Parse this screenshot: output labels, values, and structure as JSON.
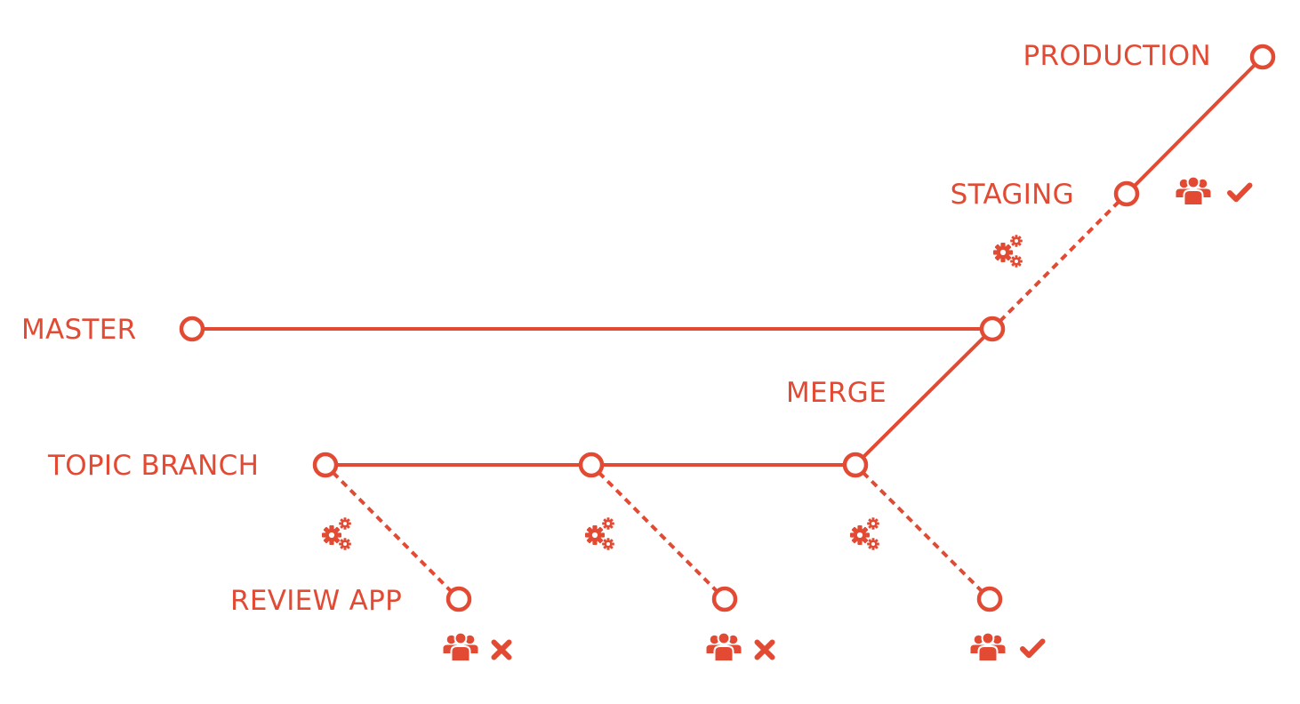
{
  "colors": {
    "accent": "#e24a33",
    "background": "#ffffff"
  },
  "labels": {
    "production": "PRODUCTION",
    "staging": "STAGING",
    "master": "MASTER",
    "merge": "MERGE",
    "topic_branch": "TOPIC BRANCH",
    "review_app": "REVIEW APP"
  },
  "nodes": [
    {
      "id": "production"
    },
    {
      "id": "staging"
    },
    {
      "id": "master-start"
    },
    {
      "id": "merge"
    },
    {
      "id": "topic-commit-1"
    },
    {
      "id": "topic-commit-2"
    },
    {
      "id": "topic-commit-3"
    },
    {
      "id": "review-app-1"
    },
    {
      "id": "review-app-2"
    },
    {
      "id": "review-app-3"
    }
  ],
  "edges": [
    {
      "from": "master-start",
      "to": "merge",
      "style": "solid"
    },
    {
      "from": "topic-commit-1",
      "to": "topic-commit-2",
      "style": "solid"
    },
    {
      "from": "topic-commit-2",
      "to": "topic-commit-3",
      "style": "solid"
    },
    {
      "from": "topic-commit-3",
      "to": "merge",
      "style": "solid"
    },
    {
      "from": "merge",
      "to": "staging",
      "style": "dashed"
    },
    {
      "from": "staging",
      "to": "production",
      "style": "solid"
    },
    {
      "from": "topic-commit-1",
      "to": "review-app-1",
      "style": "dashed"
    },
    {
      "from": "topic-commit-2",
      "to": "review-app-2",
      "style": "dashed"
    },
    {
      "from": "topic-commit-3",
      "to": "review-app-3",
      "style": "dashed"
    }
  ],
  "icons": {
    "gears": "gears-icon",
    "users": "users-icon",
    "check": "check-icon",
    "cross": "cross-icon"
  },
  "reviews": [
    {
      "node": "review-app-1",
      "status": "rejected"
    },
    {
      "node": "review-app-2",
      "status": "rejected"
    },
    {
      "node": "review-app-3",
      "status": "approved"
    },
    {
      "node": "staging",
      "status": "approved"
    }
  ]
}
